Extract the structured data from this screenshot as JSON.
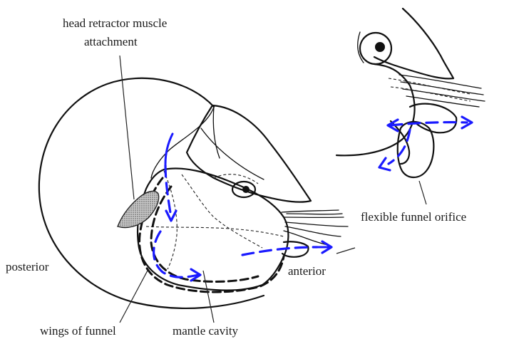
{
  "labels": {
    "head_retractor_line1": "head retractor muscle",
    "head_retractor_line2": "attachment",
    "posterior": "posterior",
    "anterior": "anterior",
    "flexible_funnel_orifice": "flexible funnel orifice",
    "wings_of_funnel": "wings of funnel",
    "mantle_cavity": "mantle cavity"
  },
  "colors": {
    "outline": "#111111",
    "flow_arrows": "#1a1aff",
    "muscle_fill": "#9a9a9a"
  }
}
